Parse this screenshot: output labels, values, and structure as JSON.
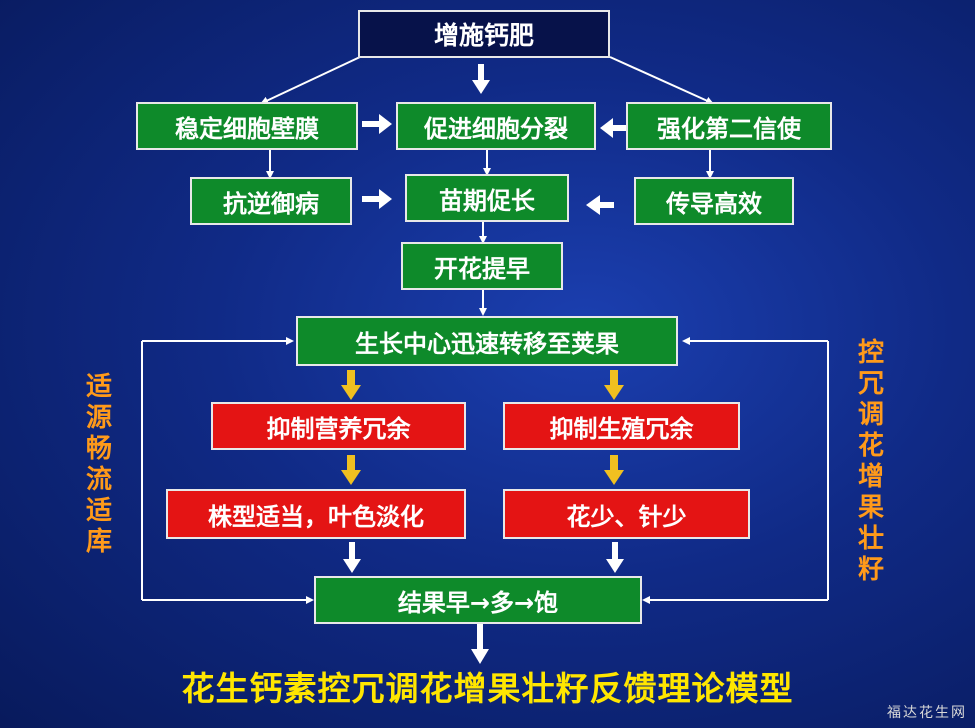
{
  "top": "增施钙肥",
  "row1": {
    "left": "稳定细胞壁膜",
    "center": "促进细胞分裂",
    "right": "强化第二信使"
  },
  "row2": {
    "left": "抗逆御病",
    "center": "苗期促长",
    "right": "传导高效"
  },
  "flower": "开花提早",
  "shift": "生长中心迅速转移至荚果",
  "red_left": "抑制营养冗余",
  "red_right": "抑制生殖冗余",
  "red_left2": "株型适当，叶色淡化",
  "red_right2": "花少、针少",
  "result": "结果早→多→饱",
  "side_left": "适源畅流适库",
  "side_right": "控冗调花增果壮籽",
  "title": "花生钙素控冗调花增果壮籽反馈理论模型",
  "watermark": "福达花生网",
  "colors": {
    "green": "#0e8a2a",
    "red": "#e41414",
    "navy": "#07124a",
    "yellow_arrow": "#f0c020",
    "orange_text": "#ff9a1a",
    "title_yellow": "#ffe600"
  }
}
